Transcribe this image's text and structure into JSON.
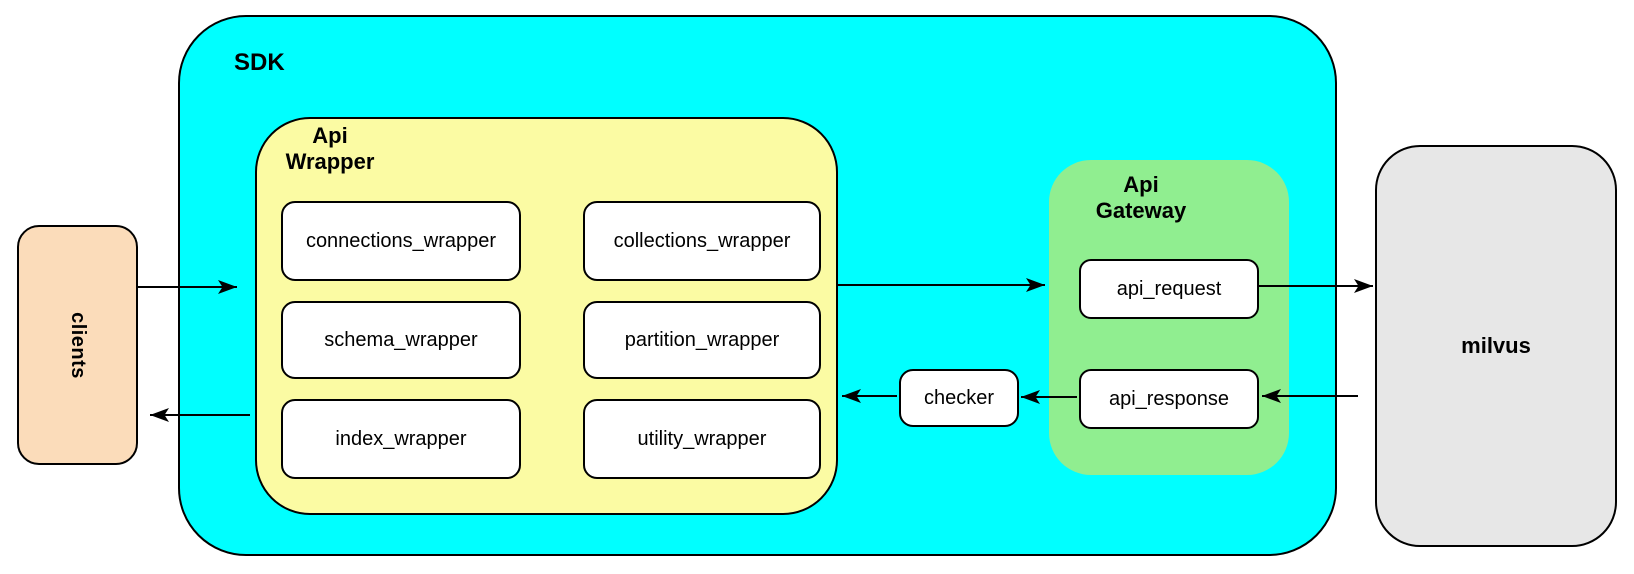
{
  "diagram": {
    "nodes": {
      "clients": {
        "label": "clients",
        "fill": "#FBDCBA"
      },
      "sdk": {
        "label": "SDK",
        "fill": "#00FFFF"
      },
      "api_wrapper": {
        "label_lines": [
          "Api",
          "Wrapper"
        ],
        "fill": "#FBFBA3"
      },
      "wrapper_modules": [
        {
          "label": "connections_wrapper"
        },
        {
          "label": "collections_wrapper"
        },
        {
          "label": "schema_wrapper"
        },
        {
          "label": "partition_wrapper"
        },
        {
          "label": "index_wrapper"
        },
        {
          "label": "utility_wrapper"
        }
      ],
      "checker": {
        "label": "checker",
        "fill": "#FFFFFF"
      },
      "api_gateway": {
        "label_lines": [
          "Api",
          "Gateway"
        ],
        "fill": "#90EE90"
      },
      "api_request": {
        "label": "api_request",
        "fill": "#FFFFFF"
      },
      "api_response": {
        "label": "api_response",
        "fill": "#FFFFFF"
      },
      "milvus": {
        "label": "milvus",
        "fill": "#E7E7E7"
      }
    },
    "connections": [
      {
        "from": "clients",
        "to": "api_wrapper"
      },
      {
        "from": "api_wrapper",
        "to": "api_gateway"
      },
      {
        "from": "api_request",
        "to": "milvus"
      },
      {
        "from": "milvus",
        "to": "api_response"
      },
      {
        "from": "api_response",
        "to": "checker"
      },
      {
        "from": "checker",
        "to": "api_wrapper"
      },
      {
        "from": "api_wrapper",
        "to": "clients"
      }
    ]
  }
}
